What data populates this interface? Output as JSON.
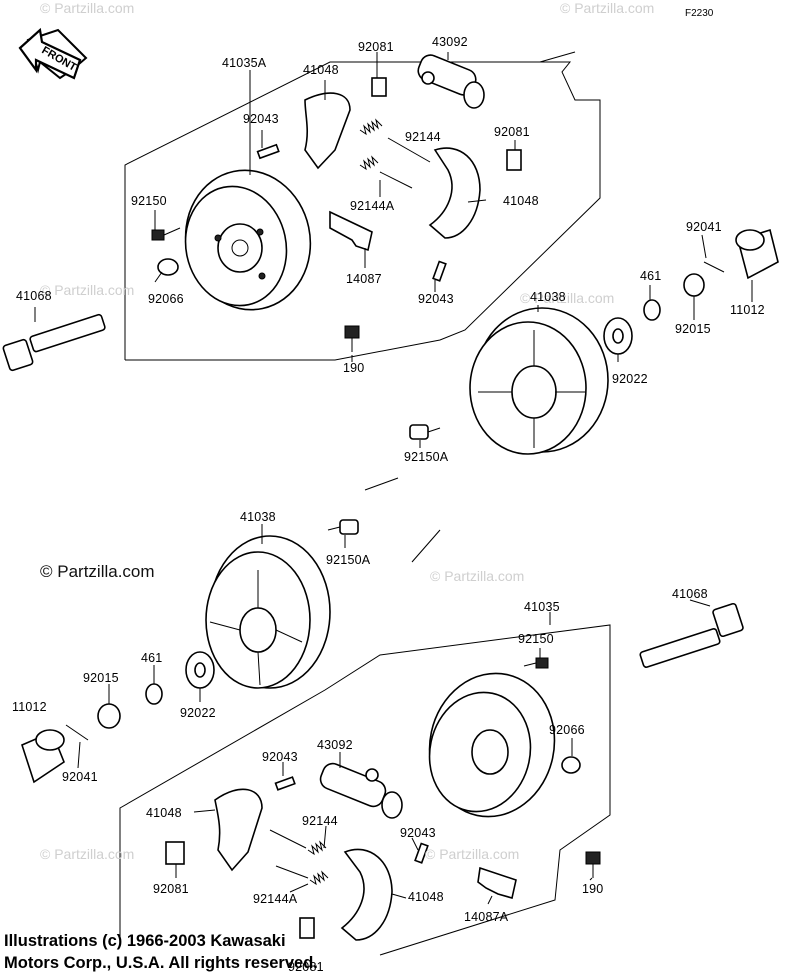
{
  "diagram_code": "F2230",
  "watermark": "© Partzilla.com",
  "copyright": {
    "line1": "Illustrations (c) 1966-2003 Kawasaki",
    "line2": "Motors Corp., U.S.A.  All rights reserved."
  },
  "front_arrow_label": "FRONT",
  "top_assembly": {
    "labels": {
      "p41035A": "41035A",
      "p41048a": "41048",
      "p92081a": "92081",
      "p43092": "43092",
      "p92043a": "92043",
      "p92144": "92144",
      "p92081b": "92081",
      "p92150": "92150",
      "p92144A": "92144A",
      "p41048b": "41048",
      "p92041": "92041",
      "p41068": "41068",
      "p92066": "92066",
      "p14087": "14087",
      "p92043b": "92043",
      "p41038": "41038",
      "p461": "461",
      "p11012": "11012",
      "p92015": "92015",
      "p190": "190",
      "p92022": "92022",
      "p92150A": "92150A"
    }
  },
  "bottom_assembly": {
    "labels": {
      "p41038": "41038",
      "p92150A": "92150A",
      "p41035": "41035",
      "p41068": "41068",
      "p92150": "92150",
      "p92015": "92015",
      "p461": "461",
      "p11012": "11012",
      "p92022": "92022",
      "p92066": "92066",
      "p92041": "92041",
      "p92043a": "92043",
      "p43092": "43092",
      "p41048a": "41048",
      "p92144": "92144",
      "p92043b": "92043",
      "p92081": "92081",
      "p92144A": "92144A",
      "p41048b": "41048",
      "p190": "190",
      "p14087A": "14087A",
      "p92081b": "92081"
    }
  }
}
